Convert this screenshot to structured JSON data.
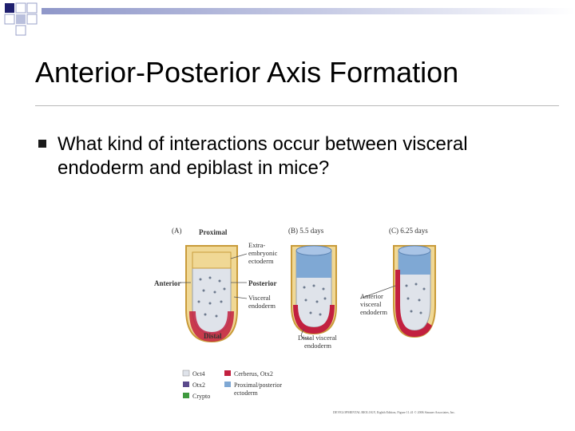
{
  "slide": {
    "title": "Anterior-Posterior Axis Formation",
    "bullet": "What kind of interactions occur between visceral endoderm and epiblast in mice?"
  },
  "figure": {
    "panel_a": "(A)",
    "panel_a_top": "Proximal",
    "panel_b": "(B) 5.5 days",
    "panel_c": "(C) 6.25 days",
    "extraembryonic_1": "Extra-",
    "extraembryonic_2": "embryonic",
    "extraembryonic_3": "ectoderm",
    "posterior": "Posterior",
    "anterior": "Anterior",
    "visceral_1": "Visceral",
    "visceral_2": "endoderm",
    "distal": "Distal",
    "distal_visceral_1": "Distal visceral",
    "distal_visceral_2": "endoderm",
    "anterior_ve_1": "Anterior",
    "anterior_ve_2": "visceral",
    "anterior_ve_3": "endoderm",
    "legend": {
      "oct4": "Oct4",
      "otx2": "Otx2",
      "crypto": "Crypto",
      "cerberus": "Cerberus, Otx2",
      "proximal_posterior_1": "Proximal/posterior",
      "proximal_posterior_2": "ectoderm"
    },
    "credit": "DEVELOPMENTAL BIOLOGY, Eighth Edition, Figure 11.41 © 2006 Sinauer Associates, Inc."
  },
  "colors": {
    "accent_dark": "#1f1f6e",
    "accent_light": "#b9bfdc",
    "yellow": "#e8c266",
    "blue": "#7fa8d4",
    "red": "#c2203f",
    "grey_fill": "#dfe3ea"
  }
}
